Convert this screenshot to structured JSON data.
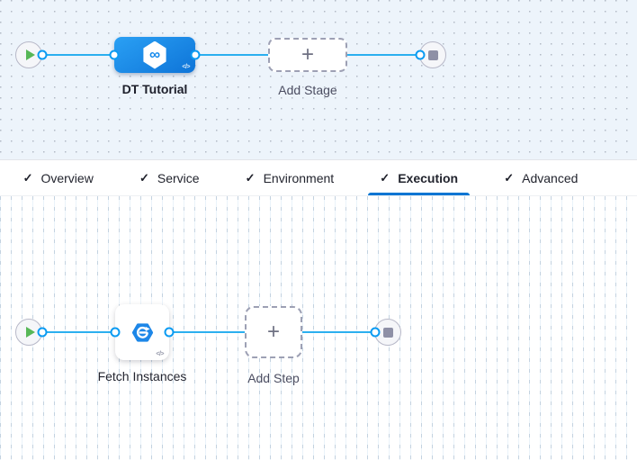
{
  "icons": {
    "check": "✓",
    "plus": "+",
    "code": "</>",
    "infinity": "∞"
  },
  "colors": {
    "accent_blue": "#0575d3",
    "connector_blue": "#2bafef",
    "stage_node_blue": "#1583e6",
    "step_icon_blue": "#1d87e8",
    "play_green": "#57b757",
    "stop_gray": "#8e90a6",
    "canvas_top_bg": "#edf4fb"
  },
  "stage_pipeline": {
    "stage": {
      "label": "DT Tutorial"
    },
    "add_stage": {
      "label": "Add Stage"
    }
  },
  "tabs": {
    "items": [
      {
        "label": "Overview",
        "checked": true,
        "active": false
      },
      {
        "label": "Service",
        "checked": true,
        "active": false
      },
      {
        "label": "Environment",
        "checked": true,
        "active": false
      },
      {
        "label": "Execution",
        "checked": true,
        "active": true
      },
      {
        "label": "Advanced",
        "checked": true,
        "active": false
      }
    ]
  },
  "execution_pipeline": {
    "step": {
      "label": "Fetch Instances"
    },
    "add_step": {
      "label": "Add Step"
    }
  }
}
